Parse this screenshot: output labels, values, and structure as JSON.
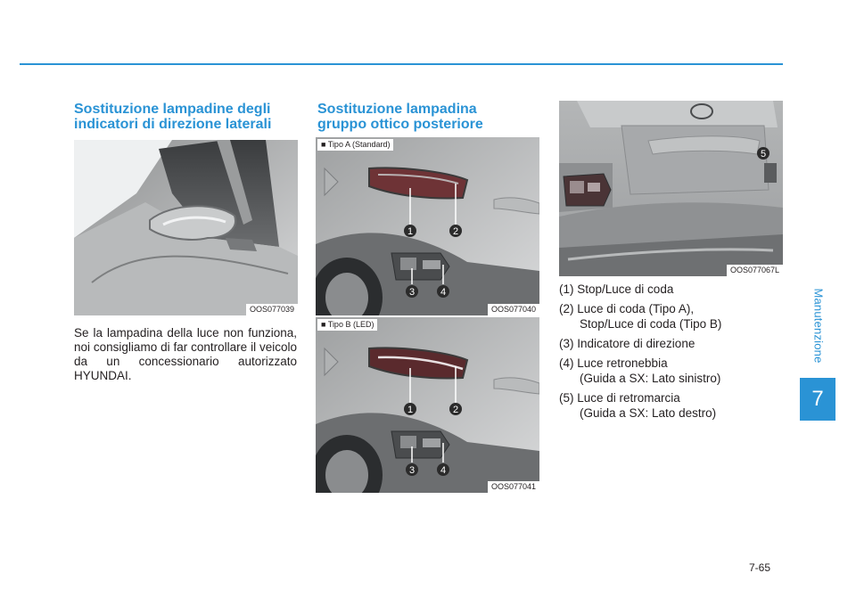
{
  "header": {
    "section_label": "Manutenzione",
    "chapter_number": "7"
  },
  "left_column": {
    "title_line1": "Sostituzione lampadine degli",
    "title_line2": "indicatori di direzione laterali",
    "image_code": "OOS077039",
    "body": "Se la lampadina della luce non funziona, noi consigliamo di far controllare il veicolo da un concessionario autorizzato HYUNDAI."
  },
  "middle_column": {
    "title_line1": "Sostituzione lampadina",
    "title_line2": "gruppo ottico posteriore",
    "image_a": {
      "tag": "■ Tipo A (Standard)",
      "code": "OOS077040",
      "markers": [
        "1",
        "2",
        "3",
        "4"
      ]
    },
    "image_b": {
      "tag": "■ Tipo B (LED)",
      "code": "OOS077041",
      "markers": [
        "1",
        "2",
        "3",
        "4"
      ]
    }
  },
  "right_column": {
    "image": {
      "code": "OOS077067L",
      "marker": "5"
    },
    "items": [
      {
        "label": "(1) Stop/Luce di coda"
      },
      {
        "label": "(2) Luce di coda (Tipo A),",
        "sub": "Stop/Luce di coda (Tipo B)"
      },
      {
        "label": "(3) Indicatore di direzione"
      },
      {
        "label": "(4) Luce retronebbia",
        "sub": "(Guida a SX: Lato sinistro)"
      },
      {
        "label": "(5) Luce di retromarcia",
        "sub": "(Guida a SX: Lato destro)"
      }
    ]
  },
  "footer": {
    "page_number": "7-65"
  },
  "colors": {
    "accent": "#2a93d5",
    "text": "#231f20",
    "marker_fill": "#2b2b2b"
  }
}
